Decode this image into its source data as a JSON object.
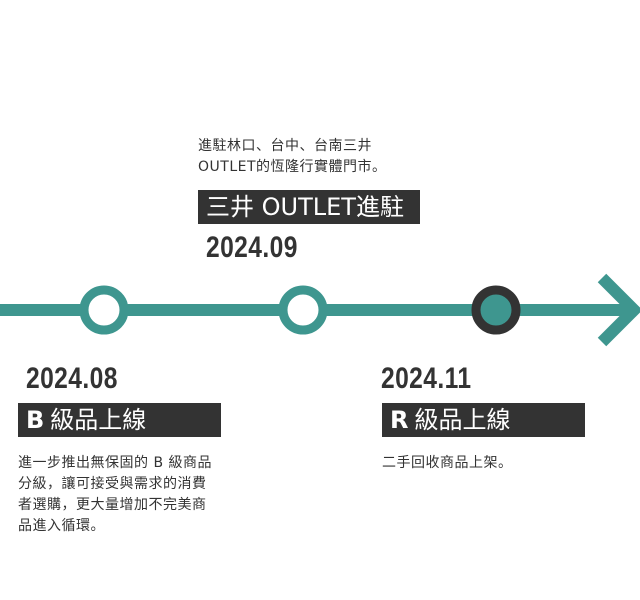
{
  "colors": {
    "track": "#3e968f",
    "dark": "#333333",
    "white": "#ffffff"
  },
  "milestones": [
    {
      "id": "2024-08",
      "date": "2024.08",
      "grade": "B",
      "title": "級品上線",
      "desc_lines": [
        "進一步推出無保固的 B 級商品",
        "分級，讓可接受與需求的消費",
        "者選購，更大量增加不完美商",
        "品進入循環。"
      ],
      "node_style": "hollow"
    },
    {
      "id": "2024-09",
      "date": "2024.09",
      "title": "三井 OUTLET進駐",
      "desc_lines": [
        "進駐林口、台中、台南三井",
        "OUTLET的恆隆行實體門市。"
      ],
      "node_style": "hollow"
    },
    {
      "id": "2024-11",
      "date": "2024.11",
      "grade": "R",
      "title": "級品上線",
      "desc_lines": [
        "二手回收商品上架。"
      ],
      "node_style": "filled-dark"
    }
  ],
  "track": {
    "arrow_icon": "chevron-right-arrow-icon"
  }
}
